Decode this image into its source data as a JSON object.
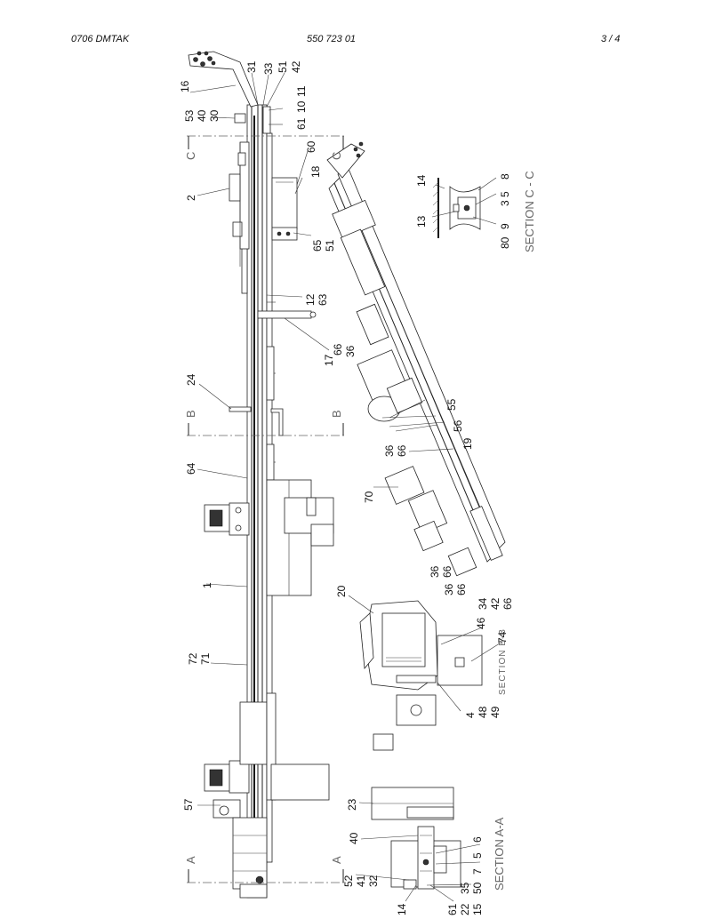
{
  "header": {
    "left": "0706 DMTAK",
    "center": "550 723 01",
    "right": "3 /   4"
  },
  "callouts": {
    "c16": "16",
    "c31": "31",
    "c33": "33",
    "c51a": "51",
    "c42a": "42",
    "c53": "53",
    "c40a": "40",
    "c30": "30",
    "c11": "11",
    "c10": "10",
    "c61a": "61",
    "c60": "60",
    "c18": "18",
    "c2": "2",
    "c65": "65",
    "c51b": "51",
    "c12": "12",
    "c63": "63",
    "c17": "17",
    "c66a": "66",
    "c36a": "36",
    "c24": "24",
    "c55": "55",
    "c56": "56",
    "c36b": "36",
    "c66b": "66",
    "c19": "19",
    "c64": "64",
    "c70": "70",
    "c36c": "36",
    "c66c": "66",
    "c36d": "36",
    "c66d": "66",
    "c1": "1",
    "c20": "20",
    "c34": "34",
    "c42b": "42",
    "c66e": "66",
    "c46": "46",
    "c74": "74",
    "c72": "72",
    "c71": "71",
    "c4": "4",
    "c48": "48",
    "c49": "49",
    "c57": "57",
    "c23": "23",
    "c40b": "40",
    "c6": "6",
    "c5a": "5",
    "c7": "7",
    "c52": "52",
    "c41": "41",
    "c32": "32",
    "c35": "35",
    "c50": "50",
    "c15": "15",
    "c22": "22",
    "c61b": "61",
    "c14a": "14",
    "c14b": "14",
    "c13": "13",
    "c8": "8",
    "c35b": "3 5",
    "c9": "9",
    "c80": "80"
  },
  "section_marks": {
    "a_top": "A",
    "a_bot": "A",
    "b_top": "B",
    "b_bot": "B",
    "c_top": "C",
    "c_bot": "C"
  },
  "section_titles": {
    "cc": "SECTION  C - C",
    "bb": "SECTION B-B",
    "aa": "SECTION A-A"
  }
}
